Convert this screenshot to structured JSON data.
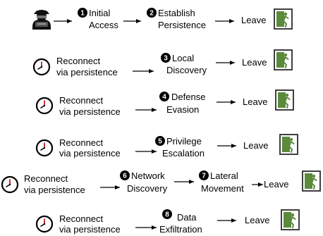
{
  "title": "",
  "rows": [
    {
      "start": {
        "kind": "hacker"
      },
      "steps": [
        {
          "number": "1",
          "lines": [
            "Initial",
            "Access"
          ]
        },
        {
          "number": "2",
          "lines": [
            "Establish",
            "Persistence"
          ]
        }
      ],
      "leave_label": "Leave"
    },
    {
      "start": {
        "kind": "clock",
        "lines": [
          "Reconnect",
          "via persistence"
        ]
      },
      "steps": [
        {
          "number": "3",
          "lines": [
            "Local",
            "Discovery"
          ]
        }
      ],
      "leave_label": "Leave"
    },
    {
      "start": {
        "kind": "clock",
        "lines": [
          "Reconnect",
          "via persistence"
        ]
      },
      "steps": [
        {
          "number": "4",
          "lines": [
            "Defense",
            "Evasion"
          ]
        }
      ],
      "leave_label": "Leave"
    },
    {
      "start": {
        "kind": "clock",
        "lines": [
          "Reconnect",
          "via persistence"
        ]
      },
      "steps": [
        {
          "number": "5",
          "lines": [
            "Privilege",
            "Escalation"
          ]
        }
      ],
      "leave_label": "Leave"
    },
    {
      "start": {
        "kind": "clock",
        "lines": [
          "Reconnect",
          "via persistence"
        ]
      },
      "steps": [
        {
          "number": "6",
          "lines": [
            "Network",
            "Discovery"
          ]
        },
        {
          "number": "7",
          "lines": [
            "Lateral",
            "Movement"
          ]
        }
      ],
      "leave_label": "Leave"
    },
    {
      "start": {
        "kind": "clock",
        "lines": [
          "Reconnect",
          "via persistence"
        ]
      },
      "steps": [
        {
          "number": "8",
          "lines": [
            "Data",
            "Exfiltration"
          ]
        }
      ],
      "leave_label": "Leave"
    }
  ],
  "icons": {
    "hacker": "hacker-icon",
    "clock": "clock-icon",
    "exit": "emergency-exit-icon"
  },
  "colors": {
    "ink": "#000000",
    "exit_green": "#5a8a3a",
    "exit_frame": "#3f3f3f",
    "clock_hand": "#c00000"
  }
}
